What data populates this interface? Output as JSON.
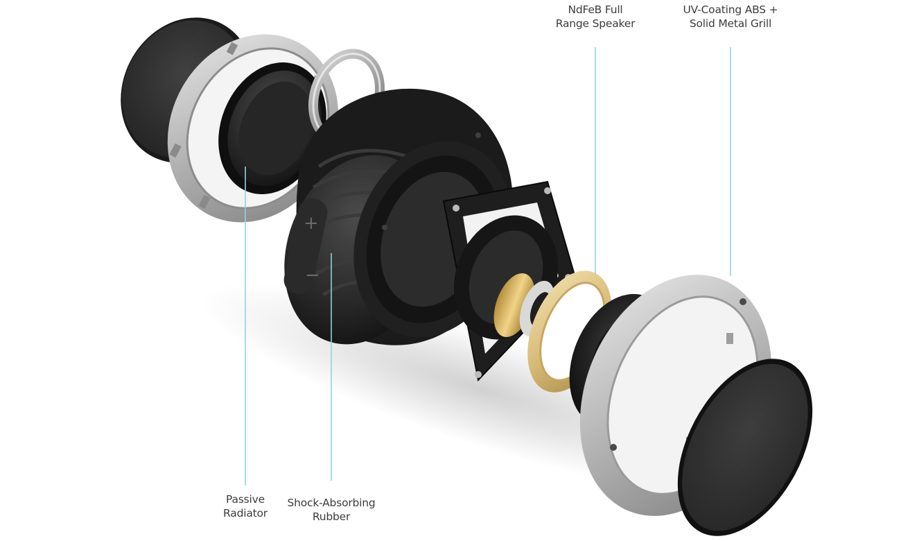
{
  "callouts": {
    "passive_radiator": {
      "line1": "Passive",
      "line2": "Radiator"
    },
    "shock_absorbing_rubber": {
      "line1": "Shock-Absorbing",
      "line2": "Rubber"
    },
    "ndfeb_speaker": {
      "line1": "NdFeB Full",
      "line2": "Range Speaker"
    },
    "uv_coating_grill": {
      "line1": "UV-Coating ABS +",
      "line2": "Solid Metal Grill"
    }
  },
  "colors": {
    "leader_line": "#8fd3dc",
    "label_text": "#3c3c3c",
    "rubber": "#2a2a2a",
    "metal": "#b9b9b9",
    "gold": "#d9c083"
  }
}
